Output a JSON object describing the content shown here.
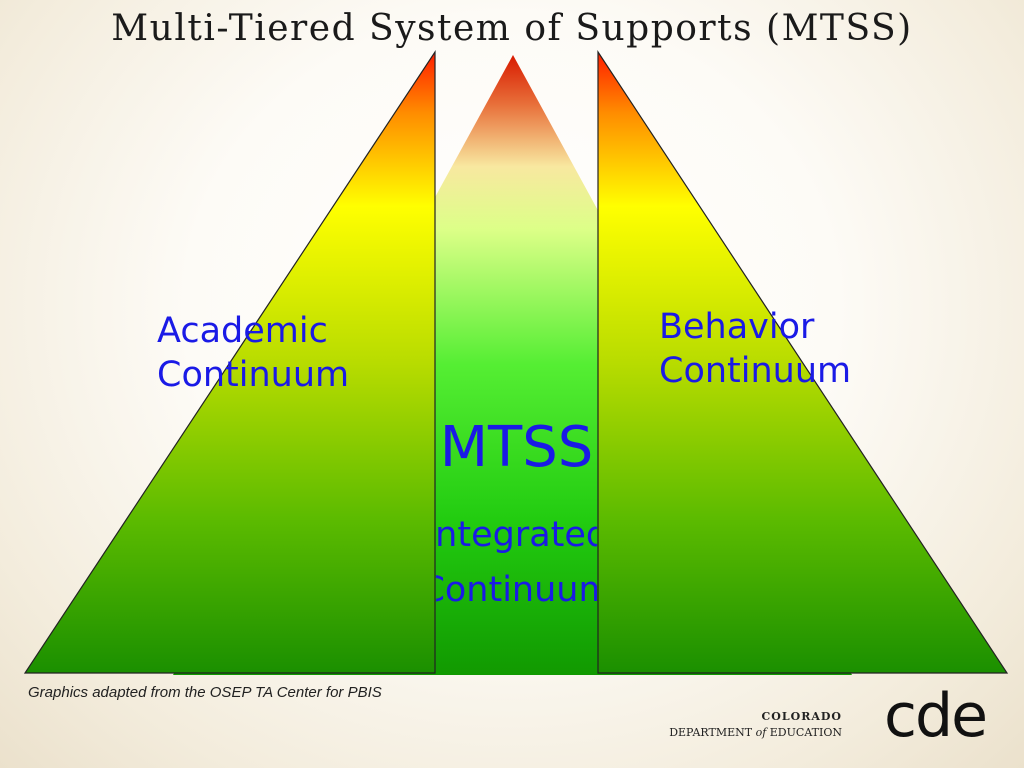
{
  "slide": {
    "title": "Multi-Tiered System of Supports (MTSS)",
    "source_note": "Graphics adapted from the OSEP TA Center for PBIS"
  },
  "diagram": {
    "academic_label": [
      "Academic",
      "Continuum"
    ],
    "behavior_label": [
      "Behavior",
      "Continuum"
    ],
    "center_title": "MTSS",
    "center_sub": [
      "Integrated",
      "Continuum"
    ],
    "colors": {
      "label_text": "#1a1ae6",
      "top_tier": "#ff2a00",
      "mid_tier": "#ffff00",
      "base_tier": "#1a8f00",
      "center_bright": "#55ee33"
    }
  },
  "logo": {
    "state": "COLORADO",
    "dept_prefix": "DEPARTMENT",
    "dept_of": "of",
    "dept_suffix": "EDUCATION",
    "mark": "cde"
  }
}
